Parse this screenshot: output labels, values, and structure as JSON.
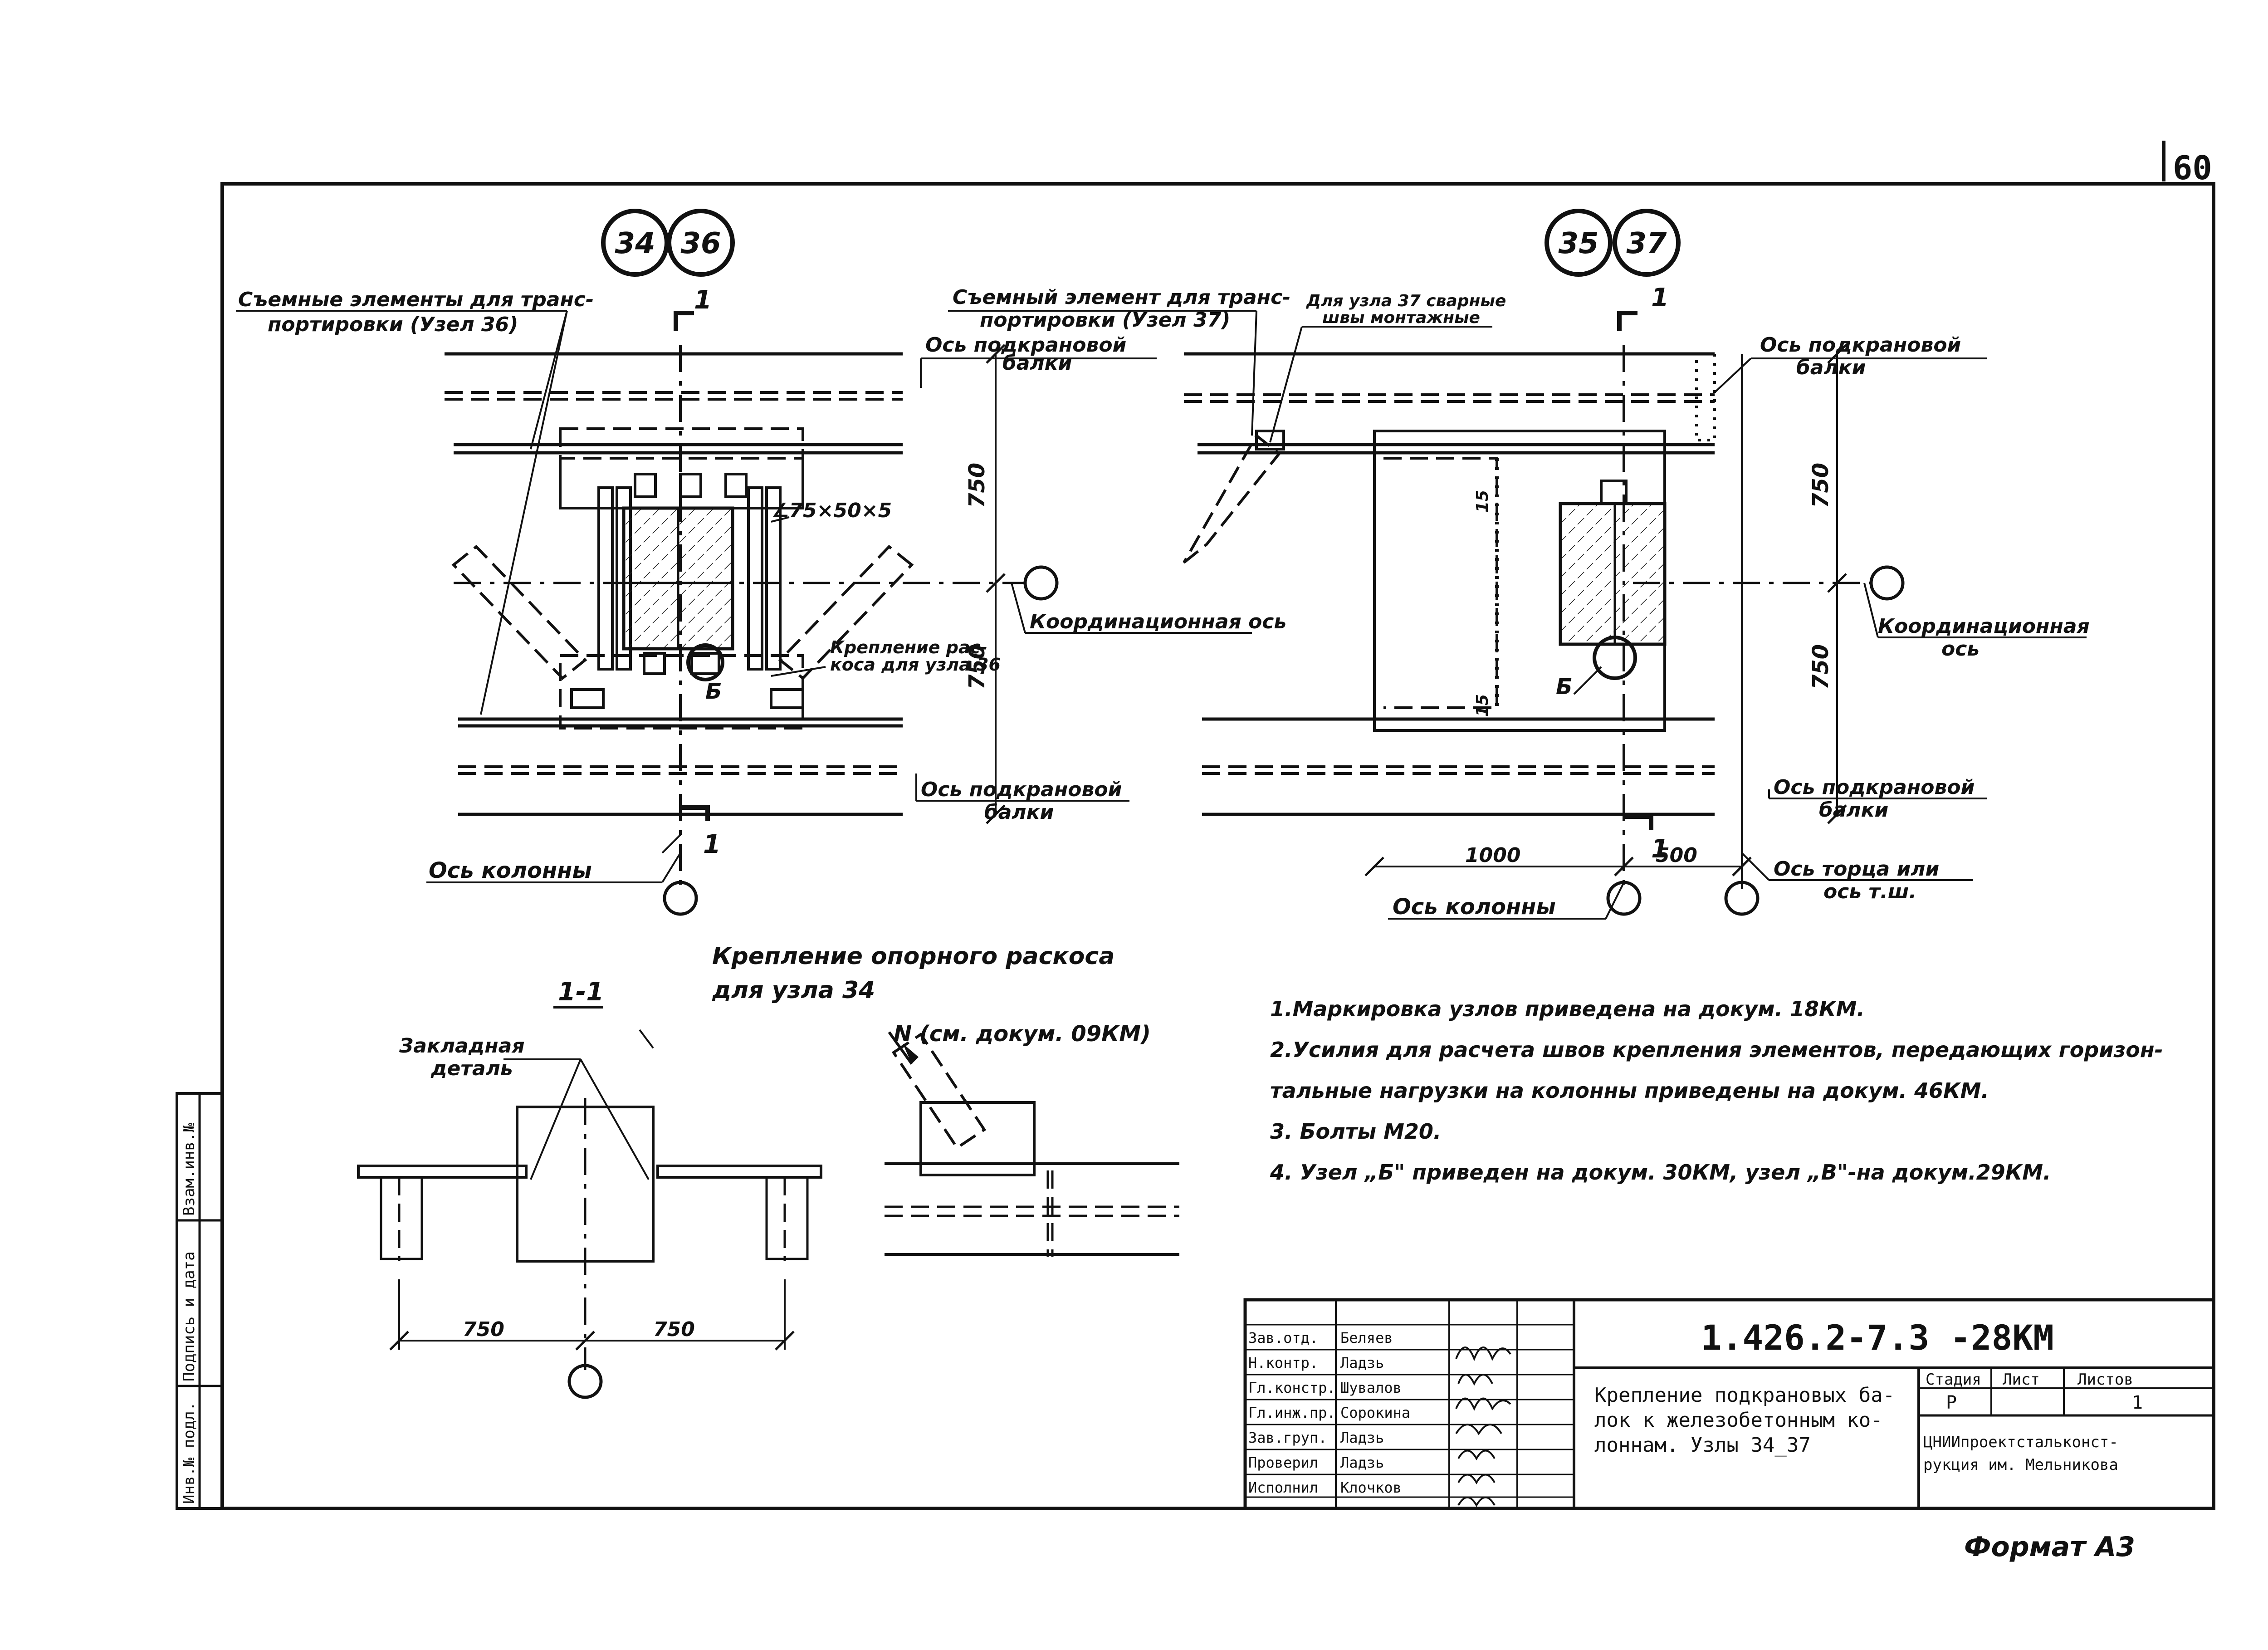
{
  "sheet": {
    "page_number": "60",
    "format_label": "Формат А3"
  },
  "left_node": {
    "node_numbers": [
      "34",
      "36"
    ],
    "section_mark": "1",
    "label_removable": [
      "Съемные элементы для транс-",
      "портировки (Узел 36)"
    ],
    "label_beam_axis": [
      "Ось подкрановой",
      "балки"
    ],
    "angle_profile": "∠75×50×5",
    "dim_upper": "750",
    "dim_lower": "750",
    "label_coord_axis": "Координационная ось",
    "label_brace": [
      "Крепление рас-",
      "коса для узла 36"
    ],
    "node_b": "Б",
    "label_beam_axis_bottom": [
      "Ось подкрановой",
      "балки"
    ],
    "label_column_axis": "Ось колонны"
  },
  "right_node": {
    "node_numbers": [
      "35",
      "37"
    ],
    "section_mark": "1",
    "label_removable": [
      "Съемный элемент для транс-",
      "портировки (Узел 37)"
    ],
    "label_weld": [
      "Для узла 37 сварные",
      "швы монтажные"
    ],
    "label_beam_axis": [
      "Ось подкрановой",
      "балки"
    ],
    "dim_upper": "750",
    "dim_lower": "750",
    "dim_small_top": "15",
    "dim_small_bottom": "15",
    "label_coord_axis": [
      "Координационная",
      "ось"
    ],
    "node_b": "Б",
    "label_beam_axis_bottom": [
      "Ось подкрановой",
      "балки"
    ],
    "dim_width_left": "1000",
    "dim_width_right": "500",
    "label_end_axis": [
      "Ось торца или",
      "ось т.ш."
    ],
    "label_column_axis": "Ось колонны"
  },
  "section_1_1": {
    "title": "1-1",
    "label_embedded": [
      "Закладная",
      "деталь"
    ],
    "dim_left": "750",
    "dim_right": "750"
  },
  "brace_detail": {
    "title": [
      "Крепление опорного раскоса",
      "для узла 34"
    ],
    "force_label": "N (см. докум. 09КМ)"
  },
  "notes": [
    "1.Маркировка узлов приведена на докум. 18КМ.",
    "2.Усилия для расчета швов крепления элементов, передающих горизон-",
    "тальные нагрузки на колонны приведены на докум. 46КМ.",
    "3. Болты М20.",
    "4. Узел „Б\" приведен на докум. 30КМ, узел „В\"-на докум.29КМ."
  ],
  "side_stamp": [
    "Инв.№ подл.",
    "Подпись и дата",
    "Взам.инв.№"
  ],
  "title_block": {
    "doc_code": "1.426.2-7.3 -28КМ",
    "title": [
      "Крепление подкрановых ба-",
      "лок к железобетонным ко-",
      "лоннам. Узлы 34_37"
    ],
    "headers": [
      "Стадия",
      "Лист",
      "Листов"
    ],
    "stage": "Р",
    "sheets_total": "1",
    "organization": [
      "ЦНИИпроектстальконст-",
      "рукция им. Мельникова"
    ],
    "roles": [
      "Зав.отд.",
      "Н.контр.",
      "Гл.констр.",
      "Гл.инж.пр.",
      "Зав.груп.",
      "Проверил",
      "Исполнил"
    ],
    "names": [
      "Беляев",
      "Ладзь",
      "Шувалов",
      "Сорокина",
      "Ладзь",
      "Ладзь",
      "Клочков"
    ]
  }
}
